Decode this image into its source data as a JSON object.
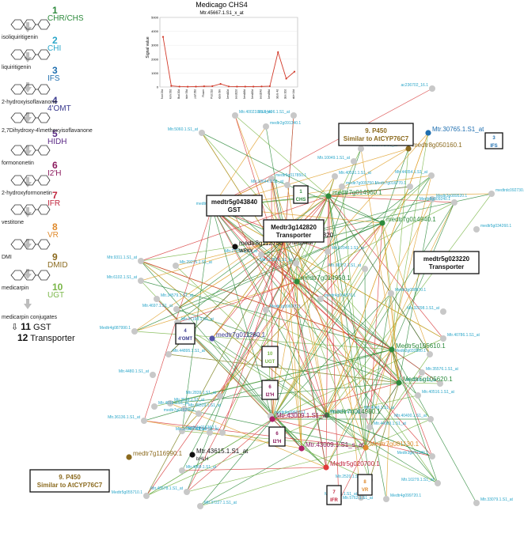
{
  "chart": {
    "title": "Medicago CHS4",
    "subtitle": "Mtr.45667.1.S1_x_at",
    "ylabel": "Signal value",
    "y_ticks": [
      "0",
      "1000",
      "2000",
      "3000",
      "4000",
      "5000"
    ],
    "categories": [
      "Root 29d",
      "Stem 33d",
      "Vegetative Bud 20d",
      "Petiole 33d",
      "Leaf 28d",
      "Flower",
      "Pod 21d",
      "Nodule 6m",
      "Seed10d",
      "Seed12d",
      "Seed16d",
      "Seed20d",
      "Seed24d",
      "Seed36d",
      "Nodule 4d",
      "Nodule 10d",
      "Nodule 14d"
    ]
  },
  "chart_data": {
    "type": "line",
    "title": "Medicago CHS4",
    "subtitle": "Mtr.45667.1.S1_x_at",
    "ylabel": "Signal value",
    "ylim": [
      0,
      5000
    ],
    "categories": [
      "Root 29d",
      "Stem 33d",
      "Vegetative Bud 20d",
      "Petiole 33d",
      "Leaf 28d",
      "Flower",
      "Pod 21d",
      "Nodule 6m",
      "Seed10d",
      "Seed12d",
      "Seed16d",
      "Seed20d",
      "Seed24d",
      "Seed36d",
      "Nodule 4d",
      "Nodule 10d",
      "Nodule 14d"
    ],
    "values": [
      3600,
      80,
      30,
      20,
      30,
      50,
      60,
      220,
      40,
      30,
      30,
      30,
      40,
      60,
      2500,
      600,
      1100
    ]
  },
  "pathway": {
    "steps": [
      {
        "num": "1",
        "name": "CHR/CHS",
        "color": "#2e8b3d"
      },
      {
        "num": "2",
        "name": "CHI",
        "color": "#2aa6c9"
      },
      {
        "num": "3",
        "name": "IFS",
        "color": "#1f6fb0"
      },
      {
        "num": "4",
        "name": "4'OMT",
        "color": "#3b3b8f"
      },
      {
        "num": "5",
        "name": "HIDH",
        "color": "#5b2a86"
      },
      {
        "num": "6",
        "name": "I2'H",
        "color": "#8b1a5e"
      },
      {
        "num": "7",
        "name": "IFR",
        "color": "#c0243c"
      },
      {
        "num": "8",
        "name": "VR",
        "color": "#e08a2c"
      },
      {
        "num": "9",
        "name": "DMID",
        "color": "#8b6a1e"
      },
      {
        "num": "10",
        "name": "UGT",
        "color": "#7ab648"
      }
    ],
    "compounds": [
      "isoliquiritigenin",
      "liquiritigenin",
      "2-hydroxyisoflavanone",
      "2,7Dihydroxy-4\\methoxyisoflavanone",
      "formononetin",
      "2-hydroxyformonetin",
      "vestitone",
      "DMI",
      "medicarpin",
      "medicarpin conjugates"
    ],
    "final": [
      {
        "num": "11",
        "name": "GST"
      },
      {
        "num": "12",
        "name": "Transporter"
      }
    ]
  },
  "network": {
    "small_labels": [
      "ac236702_16.1",
      "Mtr.40023.1.S1_at",
      "Mtr.5060.1.S1_at",
      "medtr2g091340.1",
      "Mtr.44496.1.S1_at",
      "Mtr.13190.1.S1_at",
      "Mtr.10049.1.S1_at",
      "Mtr.40531.1.S1_at",
      "Mtr.44354.1.S1_at",
      "Medtr3g089520.1",
      "medtr3g017880.1",
      "medtr5g017850.1",
      "Mtr.10644.1.S1_at",
      "medtr7g009750.1",
      "Medtr7g016770.1",
      "medtrdc092730.1",
      "Medtr8g009240.1",
      "medtr5g034260.1",
      "Mtr.9311.1.S1_at",
      "Mtr.29275.1.S1_at",
      "Mtr.6102.1.S1_at",
      "Mtr.34579.1.S1_at",
      "Mtr.4697.1.S1_at",
      "Mtr.37198.1.S1_at",
      "Medtr4g087990.1",
      "Mtr.44895.1.S1_at",
      "Mtr.4480.1.S1_at",
      "Mtr.4016.1.S1_at",
      "Mtr.36136.1.S1_at",
      "Mtr.3539.1.S1_at",
      "Mtr.2839.1.S1_at",
      "Mtr.35519.1.S1_at",
      "medtr7g016290.1",
      "medtr7g016260.1",
      "Mtr.4059.1.S1_at",
      "medtr8g096070.1",
      "Mtr.2634.1.S1_at",
      "Mtr.4069.1.S1_at",
      "Mtr.40578.1.S1_at",
      "Mtr.37227.1.S1_at",
      "Medtr5g055710.1",
      "Mtr.5762.1.S1_at",
      "Mtr.43526.1.S1_at",
      "Medtr4g099720.1",
      "Mtr.2520.1.S1_at",
      "Medtr3g086670.1",
      "Mtr.32298.1.S1_at",
      "Mtr.40786.1.S1_at",
      "Medtr2g032850.1",
      "Mtr.35576.1.S1_at",
      "Mtr.1298.1.S1_at",
      "Mtr.40516.1.S1_at",
      "Mtr.40400.1.S1_at",
      "Mtr.33079.1.S1_at",
      "Medtr3g073340.1",
      "Mtr.4040.1.S1_at",
      "Mtr.2546.1.S1_at",
      "Mtr.44069.1.S1_at",
      "Mtr.10279.1.S1_at",
      "medtr4g064370.1",
      "Mtr.38372.1.S1_at",
      "Medtr1g096070.1",
      "Mtr.11295.1.S1_at",
      "Mtr.12040.1.S1_at",
      "Mtr.27292.1.S1_at"
    ],
    "main_labels": [
      {
        "text": "medtr5g043840",
        "sub": "GST",
        "color": "#111"
      },
      {
        "text": "Medtr3g142820",
        "sub": "Transporter",
        "color": "#111"
      },
      {
        "text": "medtr8g112750",
        "sub": "WRKY",
        "color": "#111"
      },
      {
        "text": "medtr7g014960.1",
        "sub": "",
        "color": "#2e8b3d"
      },
      {
        "text": "medtr7g014940.1",
        "sub": "",
        "color": "#2e8b3d"
      },
      {
        "text": "medtr7g014950.1",
        "sub": "",
        "color": "#2e8b3d"
      },
      {
        "text": "Medtr5g105610.1",
        "sub": "",
        "color": "#2e8b3d"
      },
      {
        "text": "Medtr5g105620.1",
        "sub": "",
        "color": "#2e8b3d"
      },
      {
        "text": "medtr7g014980.1",
        "sub": "",
        "color": "#2e8b3d"
      },
      {
        "text": "Mtr.30765.1.S1_at",
        "sub": "",
        "color": "#1f6fb0"
      },
      {
        "text": "medtr8g050160.1",
        "sub": "",
        "color": "#8b6a1e"
      },
      {
        "text": "medtr7g011280.1",
        "sub": "",
        "color": "#3b3b8f"
      },
      {
        "text": "Mtr.43009.1.S1_at",
        "sub": "",
        "color": "#8b1a5e"
      },
      {
        "text": "Mtr.43009.1.S1_s_at",
        "sub": "",
        "color": "#8b1a5e"
      },
      {
        "text": "Medtr5g020700.1",
        "sub": "",
        "color": "#c0243c"
      },
      {
        "text": "Medtr7g081130.1",
        "sub": "",
        "color": "#e08a2c"
      },
      {
        "text": "medtr7g116990.1",
        "sub": "",
        "color": "#8b6a1e"
      },
      {
        "text": "Mtr.43615.1.S1_at",
        "sub": "bHLH",
        "color": "#111"
      }
    ],
    "boxes": {
      "p450_top": {
        "line1": "9. P450",
        "line2": "Similar to AtCYP76C7"
      },
      "p450_bottom": {
        "line1": "9. P450",
        "line2": "Similar to AtCYP76C7"
      },
      "ifs": {
        "line1": "3",
        "line2": "IFS"
      },
      "gst": {
        "line1": "medtr5g043840",
        "line2": "GST"
      },
      "transporter1": {
        "line1": "Medtr3g142820",
        "line2": "Transporter"
      },
      "transporter2": {
        "line1": "medtr5g023220",
        "line2": "Transporter"
      },
      "omt": {
        "line1": "4",
        "line2": "4'OMT"
      },
      "ugt": {
        "line1": "10",
        "line2": "UGT"
      },
      "i2h_a": {
        "line1": "6",
        "line2": "I2'H"
      },
      "i2h_b": {
        "line1": "6",
        "line2": "I2'H"
      },
      "ifr": {
        "line1": "7",
        "line2": "IFR"
      },
      "vr": {
        "line1": "8",
        "line2": "VR"
      },
      "chs": {
        "line1": "1",
        "line2": "CHS"
      }
    }
  }
}
